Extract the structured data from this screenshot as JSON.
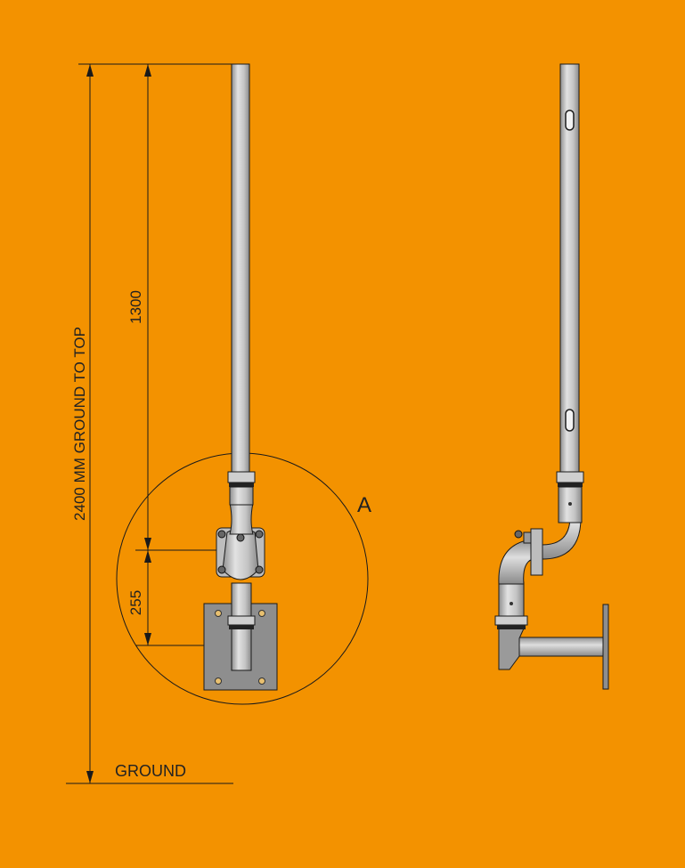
{
  "colors": {
    "background": "#F39200",
    "pipe": "#C9C9C9",
    "pipe_shade": "#A8A8A8",
    "plate": "#8E8E8E",
    "line": "#1A1A1A"
  },
  "labels": {
    "total_height": "2400 MM GROUND TO TOP",
    "upper_dimension": "1300",
    "lower_dimension": "255",
    "ground": "GROUND",
    "detail_marker": "A"
  }
}
